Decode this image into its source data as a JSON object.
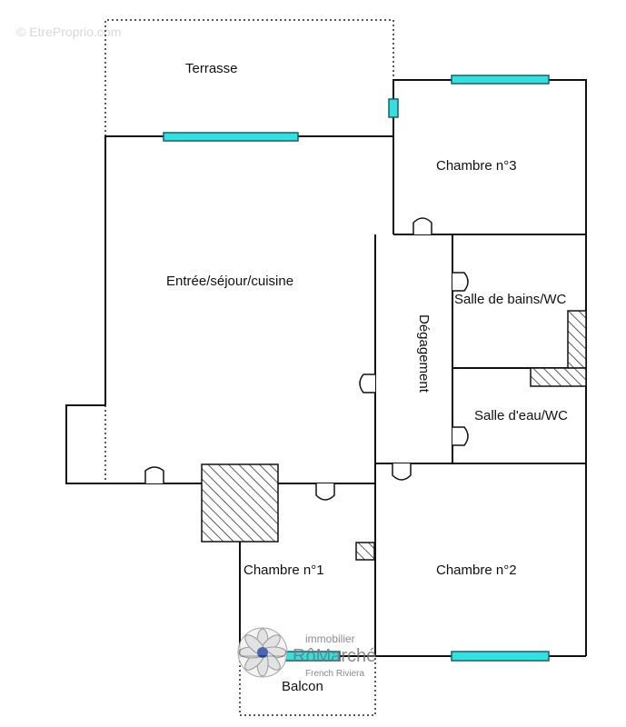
{
  "watermark": "© EtreProprio.com",
  "rooms": {
    "terrasse": "Terrasse",
    "sejour": "Entrée/séjour/cuisine",
    "chambre3": "Chambre n°3",
    "sdb": "Salle de bains/WC",
    "degagement": "Dégagement",
    "salle_eau": "Salle d'eau/WC",
    "chambre1": "Chambre n°1",
    "chambre2": "Chambre n°2",
    "balcon": "Balcon"
  },
  "logo": {
    "line1": "immobilier",
    "line2": "RôMarché",
    "line3": "French Riviera"
  },
  "colors": {
    "window": "#33e0e0",
    "wall": "#111111",
    "logo": "#2a4fa0"
  }
}
